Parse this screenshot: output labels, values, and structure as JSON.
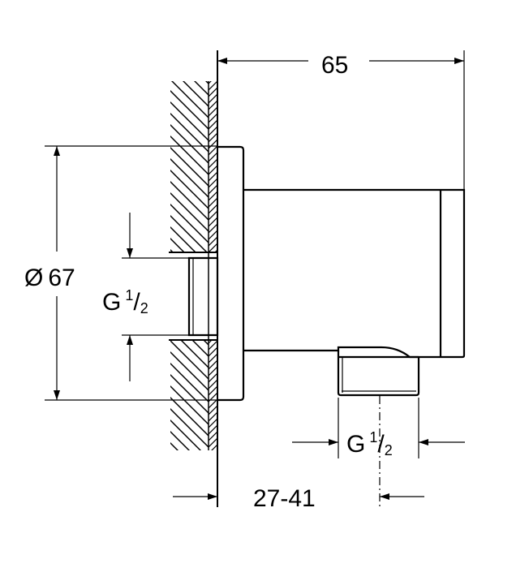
{
  "dimensions": {
    "overall_depth": "65",
    "diameter_symbol": "Ø",
    "diameter_value": "67",
    "inlet_thread": {
      "letter": "G",
      "numerator": "1",
      "slash": "/",
      "denominator": "2"
    },
    "outlet_thread": {
      "letter": "G",
      "numerator": "1",
      "slash": "/",
      "denominator": "2"
    },
    "wall_offset_range": "27-41"
  },
  "colors": {
    "line": "#000000",
    "background": "#ffffff"
  }
}
